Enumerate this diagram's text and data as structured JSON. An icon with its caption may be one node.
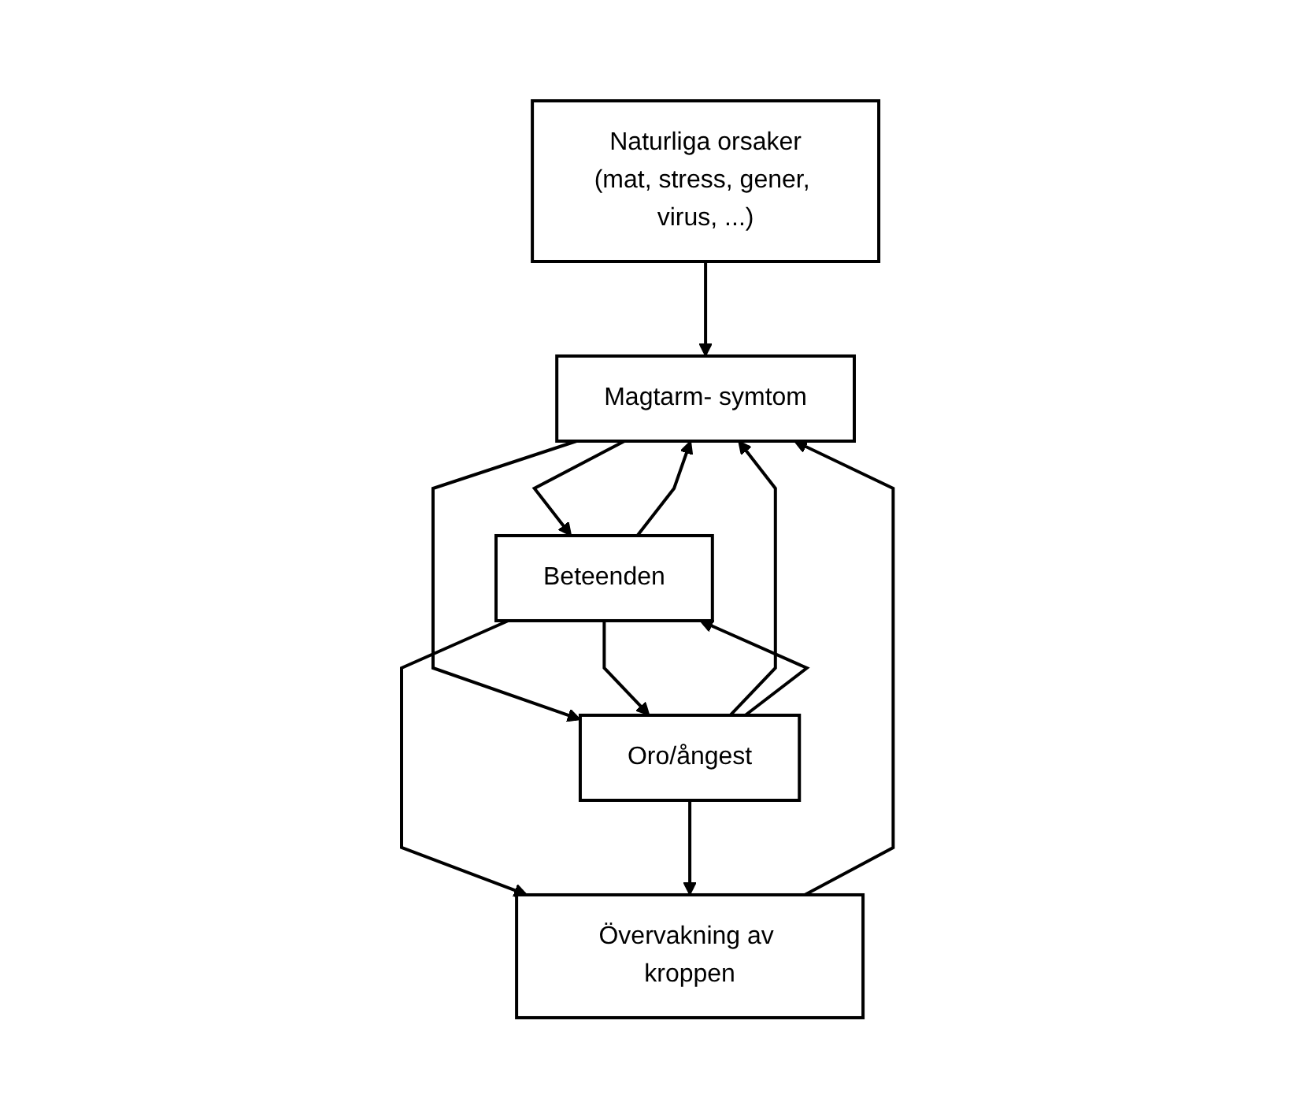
{
  "diagram": {
    "nodes": [
      {
        "text": [
          "Naturliga orsaker",
          "(mat, stress, gener, virus, ...)"
        ]
      },
      {
        "text": [
          "Magtarm- symtom"
        ]
      },
      {
        "text": [
          "Övervakning av kroppen"
        ]
      },
      {
        "text": [
          "Beteenden"
        ]
      },
      {
        "text": [
          "Oro/ångest"
        ]
      }
    ],
    "edges": [
      {
        "from": 0,
        "to": 1,
        "arrow": "to"
      },
      {
        "from": 3,
        "to": 1,
        "arrow": "to"
      },
      {
        "from": 1,
        "to": 3,
        "arrow": "to"
      },
      {
        "from": 2,
        "to": 1,
        "arrow": "to"
      },
      {
        "from": 3,
        "to": 2,
        "arrow": "to"
      },
      {
        "from": 4,
        "to": 2,
        "arrow": "to"
      },
      {
        "from": 1,
        "to": 4,
        "arrow": "to"
      },
      {
        "from": 4,
        "to": 1,
        "arrow": "to"
      },
      {
        "from": 4,
        "to": 3,
        "arrow": "to"
      },
      {
        "from": 3,
        "to": 4,
        "arrow": "to"
      }
    ]
  }
}
